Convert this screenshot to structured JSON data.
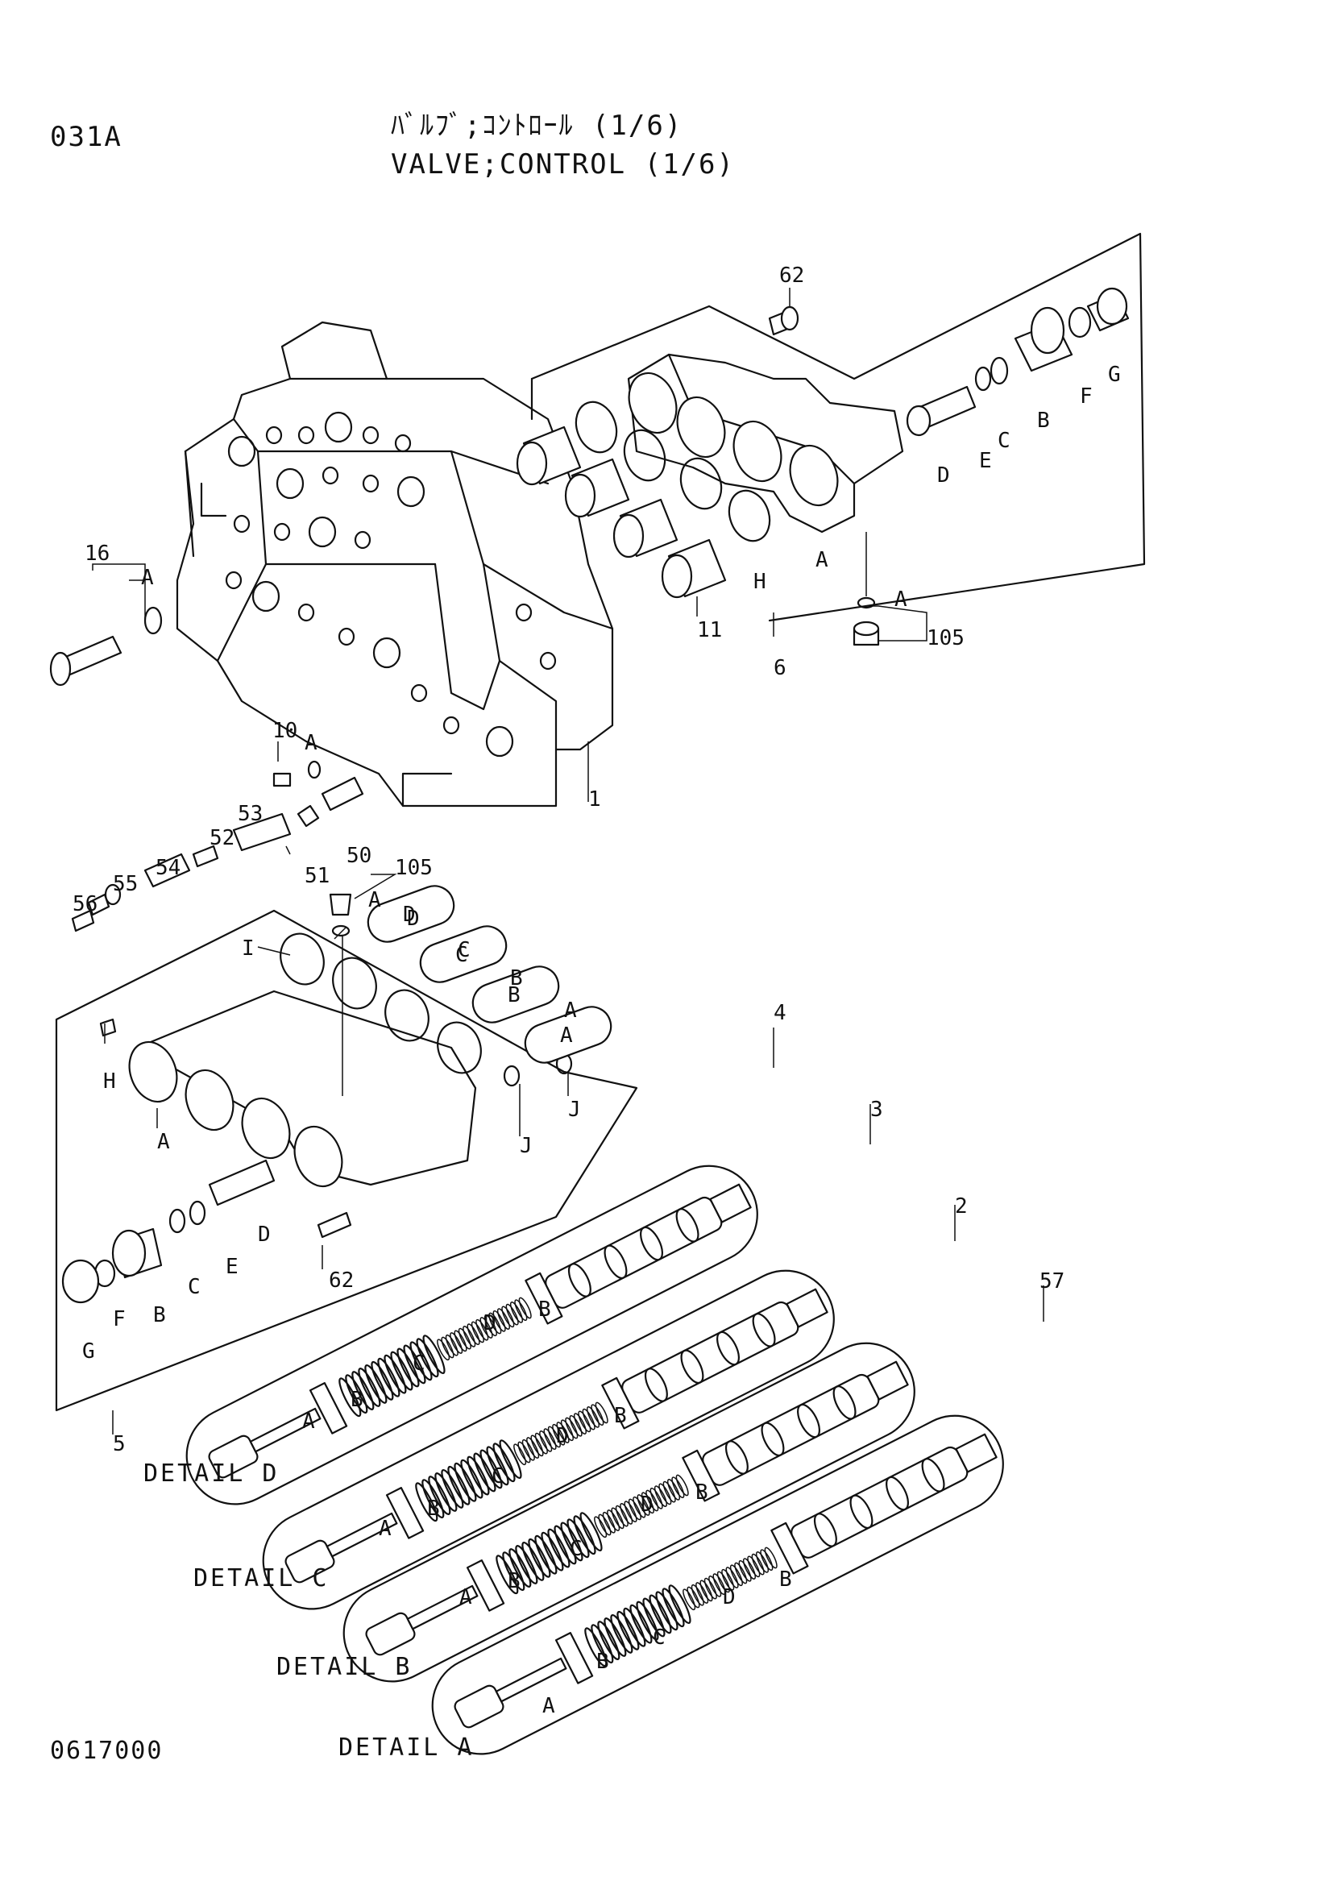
{
  "header": {
    "page_code": "031A",
    "title_jp": "ﾊﾞﾙﾌﾞ;ｺﾝﾄﾛｰﾙ (1/6)",
    "title_en": "VALVE;CONTROL (1/6)",
    "doc_number": "0617000"
  },
  "callouts": [
    "62",
    "16",
    "A",
    "105",
    "A",
    "6",
    "11",
    "H",
    "A",
    "D",
    "E",
    "C",
    "B",
    "F",
    "G",
    "10",
    "A",
    "1",
    "53",
    "52",
    "54",
    "55",
    "56",
    "51",
    "50",
    "105",
    "A",
    "D",
    "C",
    "B",
    "A",
    "I",
    "H",
    "A",
    "J",
    "J",
    "D",
    "E",
    "C",
    "B",
    "F",
    "G",
    "62",
    "5",
    "4",
    "3",
    "2",
    "57",
    "B",
    "D",
    "C",
    "B",
    "A",
    "B",
    "D",
    "C",
    "B",
    "A",
    "B",
    "D",
    "C",
    "B",
    "A",
    "B",
    "D",
    "C",
    "B",
    "A"
  ],
  "details": [
    "DETAIL D",
    "DETAIL C",
    "DETAIL B",
    "DETAIL A"
  ]
}
